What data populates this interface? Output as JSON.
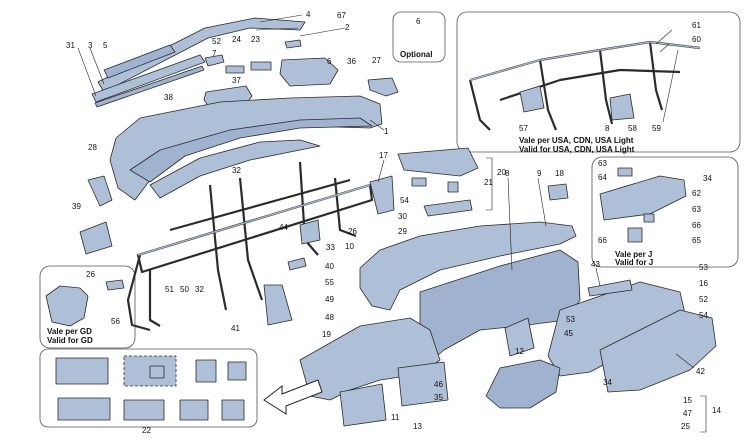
{
  "callouts": {
    "c1": "1",
    "c2": "2",
    "c3": "3",
    "c4": "4",
    "c5": "5",
    "c6": "6",
    "c7": "7",
    "c8": "8",
    "c9": "9",
    "c10": "10",
    "c11": "11",
    "c12": "12",
    "c13": "13",
    "c14": "14",
    "c15": "15",
    "c16": "16",
    "c17": "17",
    "c18": "18",
    "c19": "19",
    "c20": "20",
    "c21": "21",
    "c22": "22",
    "c23": "23",
    "c24": "24",
    "c25": "25",
    "c26": "26",
    "c27": "27",
    "c28": "28",
    "c29": "29",
    "c30": "30",
    "c31": "31",
    "c32": "32",
    "c33": "33",
    "c34": "34",
    "c35": "35",
    "c36": "36",
    "c37": "37",
    "c38": "38",
    "c39": "39",
    "c40": "40",
    "c41": "41",
    "c42": "42",
    "c43": "43",
    "c44": "44",
    "c45": "45",
    "c46": "46",
    "c47": "47",
    "c48": "48",
    "c49": "49",
    "c50": "50",
    "c51": "51",
    "c52": "52",
    "c53": "53",
    "c54": "54",
    "c55": "55",
    "c56": "56",
    "c57": "57",
    "c58": "58",
    "c59": "59",
    "c60": "60",
    "c61": "61",
    "c62": "62",
    "c63": "63",
    "c64": "64",
    "c65": "65",
    "c66": "66",
    "c67": "67"
  },
  "captions": {
    "optional": "Optional",
    "usa_it": "Vale per USA, CDN, USA Light",
    "usa_en": "Valid for USA, CDN, USA Light",
    "j_it": "Vale per J",
    "j_en": "Valid for J",
    "gd_it": "Vale per GD",
    "gd_en": "Valid for GD"
  },
  "colors": {
    "part_fill": "#aebfd8",
    "outline": "#2b2b2b",
    "box_border": "#555555",
    "text": "#111111"
  }
}
